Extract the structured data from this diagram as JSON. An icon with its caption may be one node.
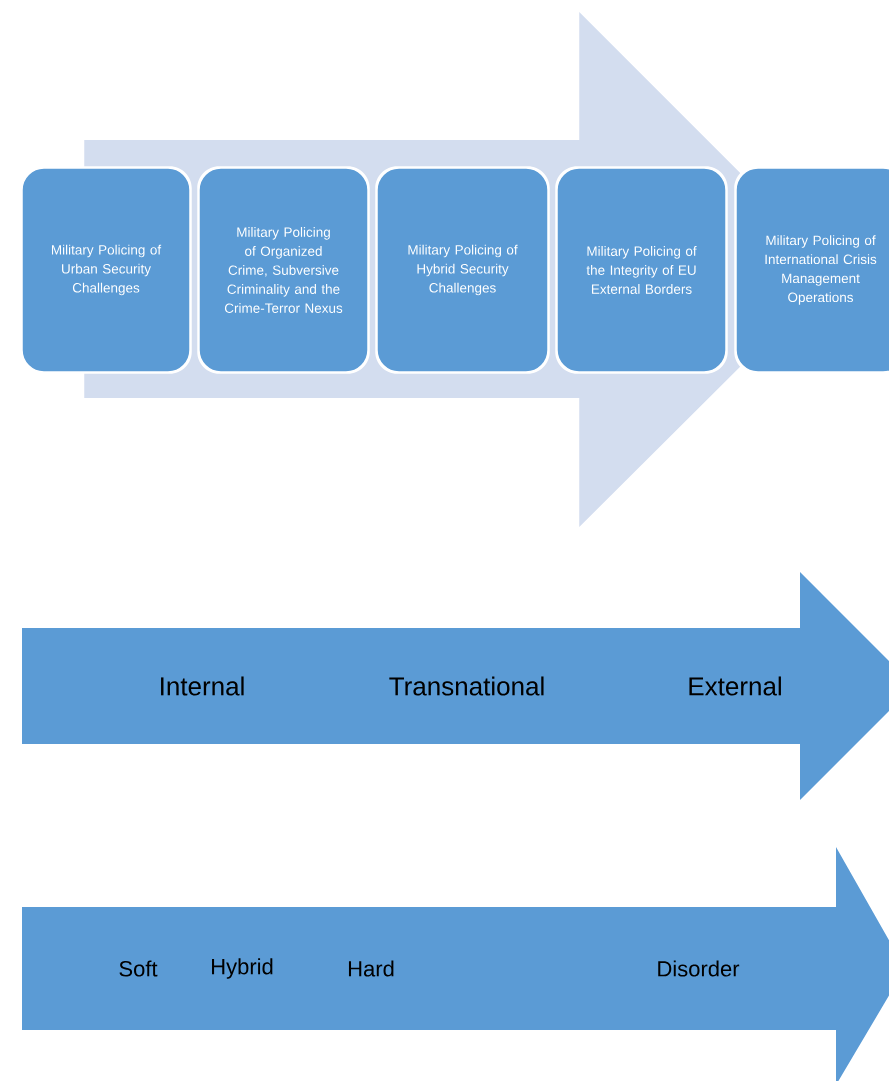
{
  "diagram": {
    "nodes": [
      {
        "text": [
          "Military Policing of Urban Security Challenges"
        ]
      },
      {
        "text": [
          "Military Policing of Organized Crime, Subversive Criminality and the Crime-Terror Nexus"
        ]
      },
      {
        "text": [
          "Military Policing of Hybrid Security Challenges"
        ]
      },
      {
        "text": [
          "Military Policing of the Integrity of EU External Borders"
        ]
      },
      {
        "text": [
          "Military Policing of International Crisis Management Operations"
        ]
      },
      {
        "text": [
          "Internal",
          "Transnational",
          "External"
        ]
      },
      {
        "text": [
          "Soft",
          "Hybrid",
          "Hard",
          "Disorder"
        ]
      }
    ],
    "edges": [
      {
        "from": 0,
        "to": 4,
        "arrow": "to"
      }
    ]
  }
}
